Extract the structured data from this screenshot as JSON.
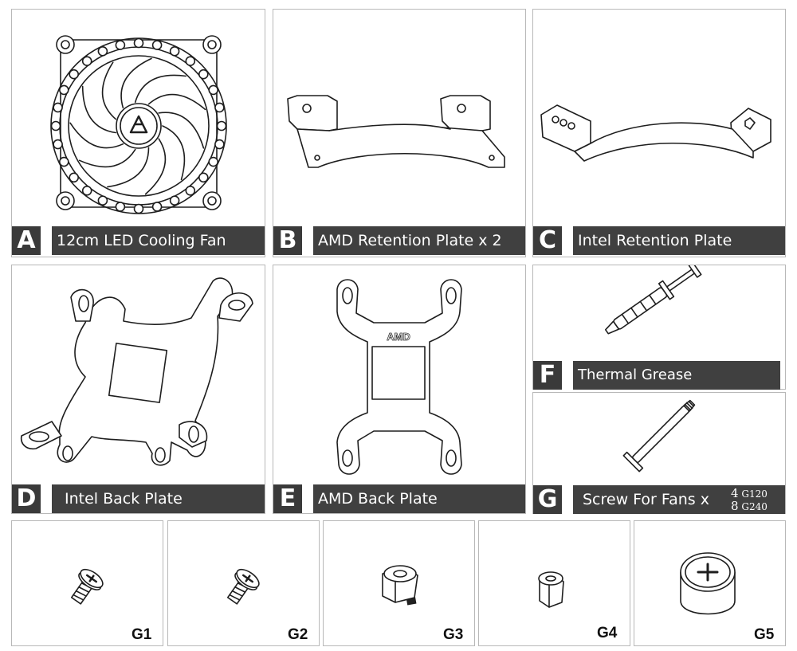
{
  "panels": {
    "A": {
      "letter": "A",
      "label": "12cm LED Cooling Fan",
      "icon": "cooling-fan"
    },
    "B": {
      "letter": "B",
      "label": "AMD Retention Plate x 2",
      "icon": "amd-retention-plate"
    },
    "C": {
      "letter": "C",
      "label": "Intel Retention Plate",
      "icon": "intel-retention-plate"
    },
    "D": {
      "letter": "D",
      "label": "Intel Back Plate",
      "icon": "intel-back-plate"
    },
    "E": {
      "letter": "E",
      "label": "AMD Back Plate",
      "icon": "amd-back-plate",
      "stamp": "AMD"
    },
    "F": {
      "letter": "F",
      "label": "Thermal Grease",
      "icon": "thermal-grease-syringe"
    },
    "G": {
      "letter": "G",
      "label": "Screw For Fans x",
      "icon": "fan-screw",
      "quantities": [
        {
          "count": "4",
          "model": "G120"
        },
        {
          "count": "8",
          "model": "G240"
        }
      ]
    }
  },
  "parts": [
    {
      "tag": "G1",
      "icon": "screw"
    },
    {
      "tag": "G2",
      "icon": "screw"
    },
    {
      "tag": "G3",
      "icon": "standoff-nut"
    },
    {
      "tag": "G4",
      "icon": "hex-nut"
    },
    {
      "tag": "G5",
      "icon": "thumb-nut"
    }
  ]
}
